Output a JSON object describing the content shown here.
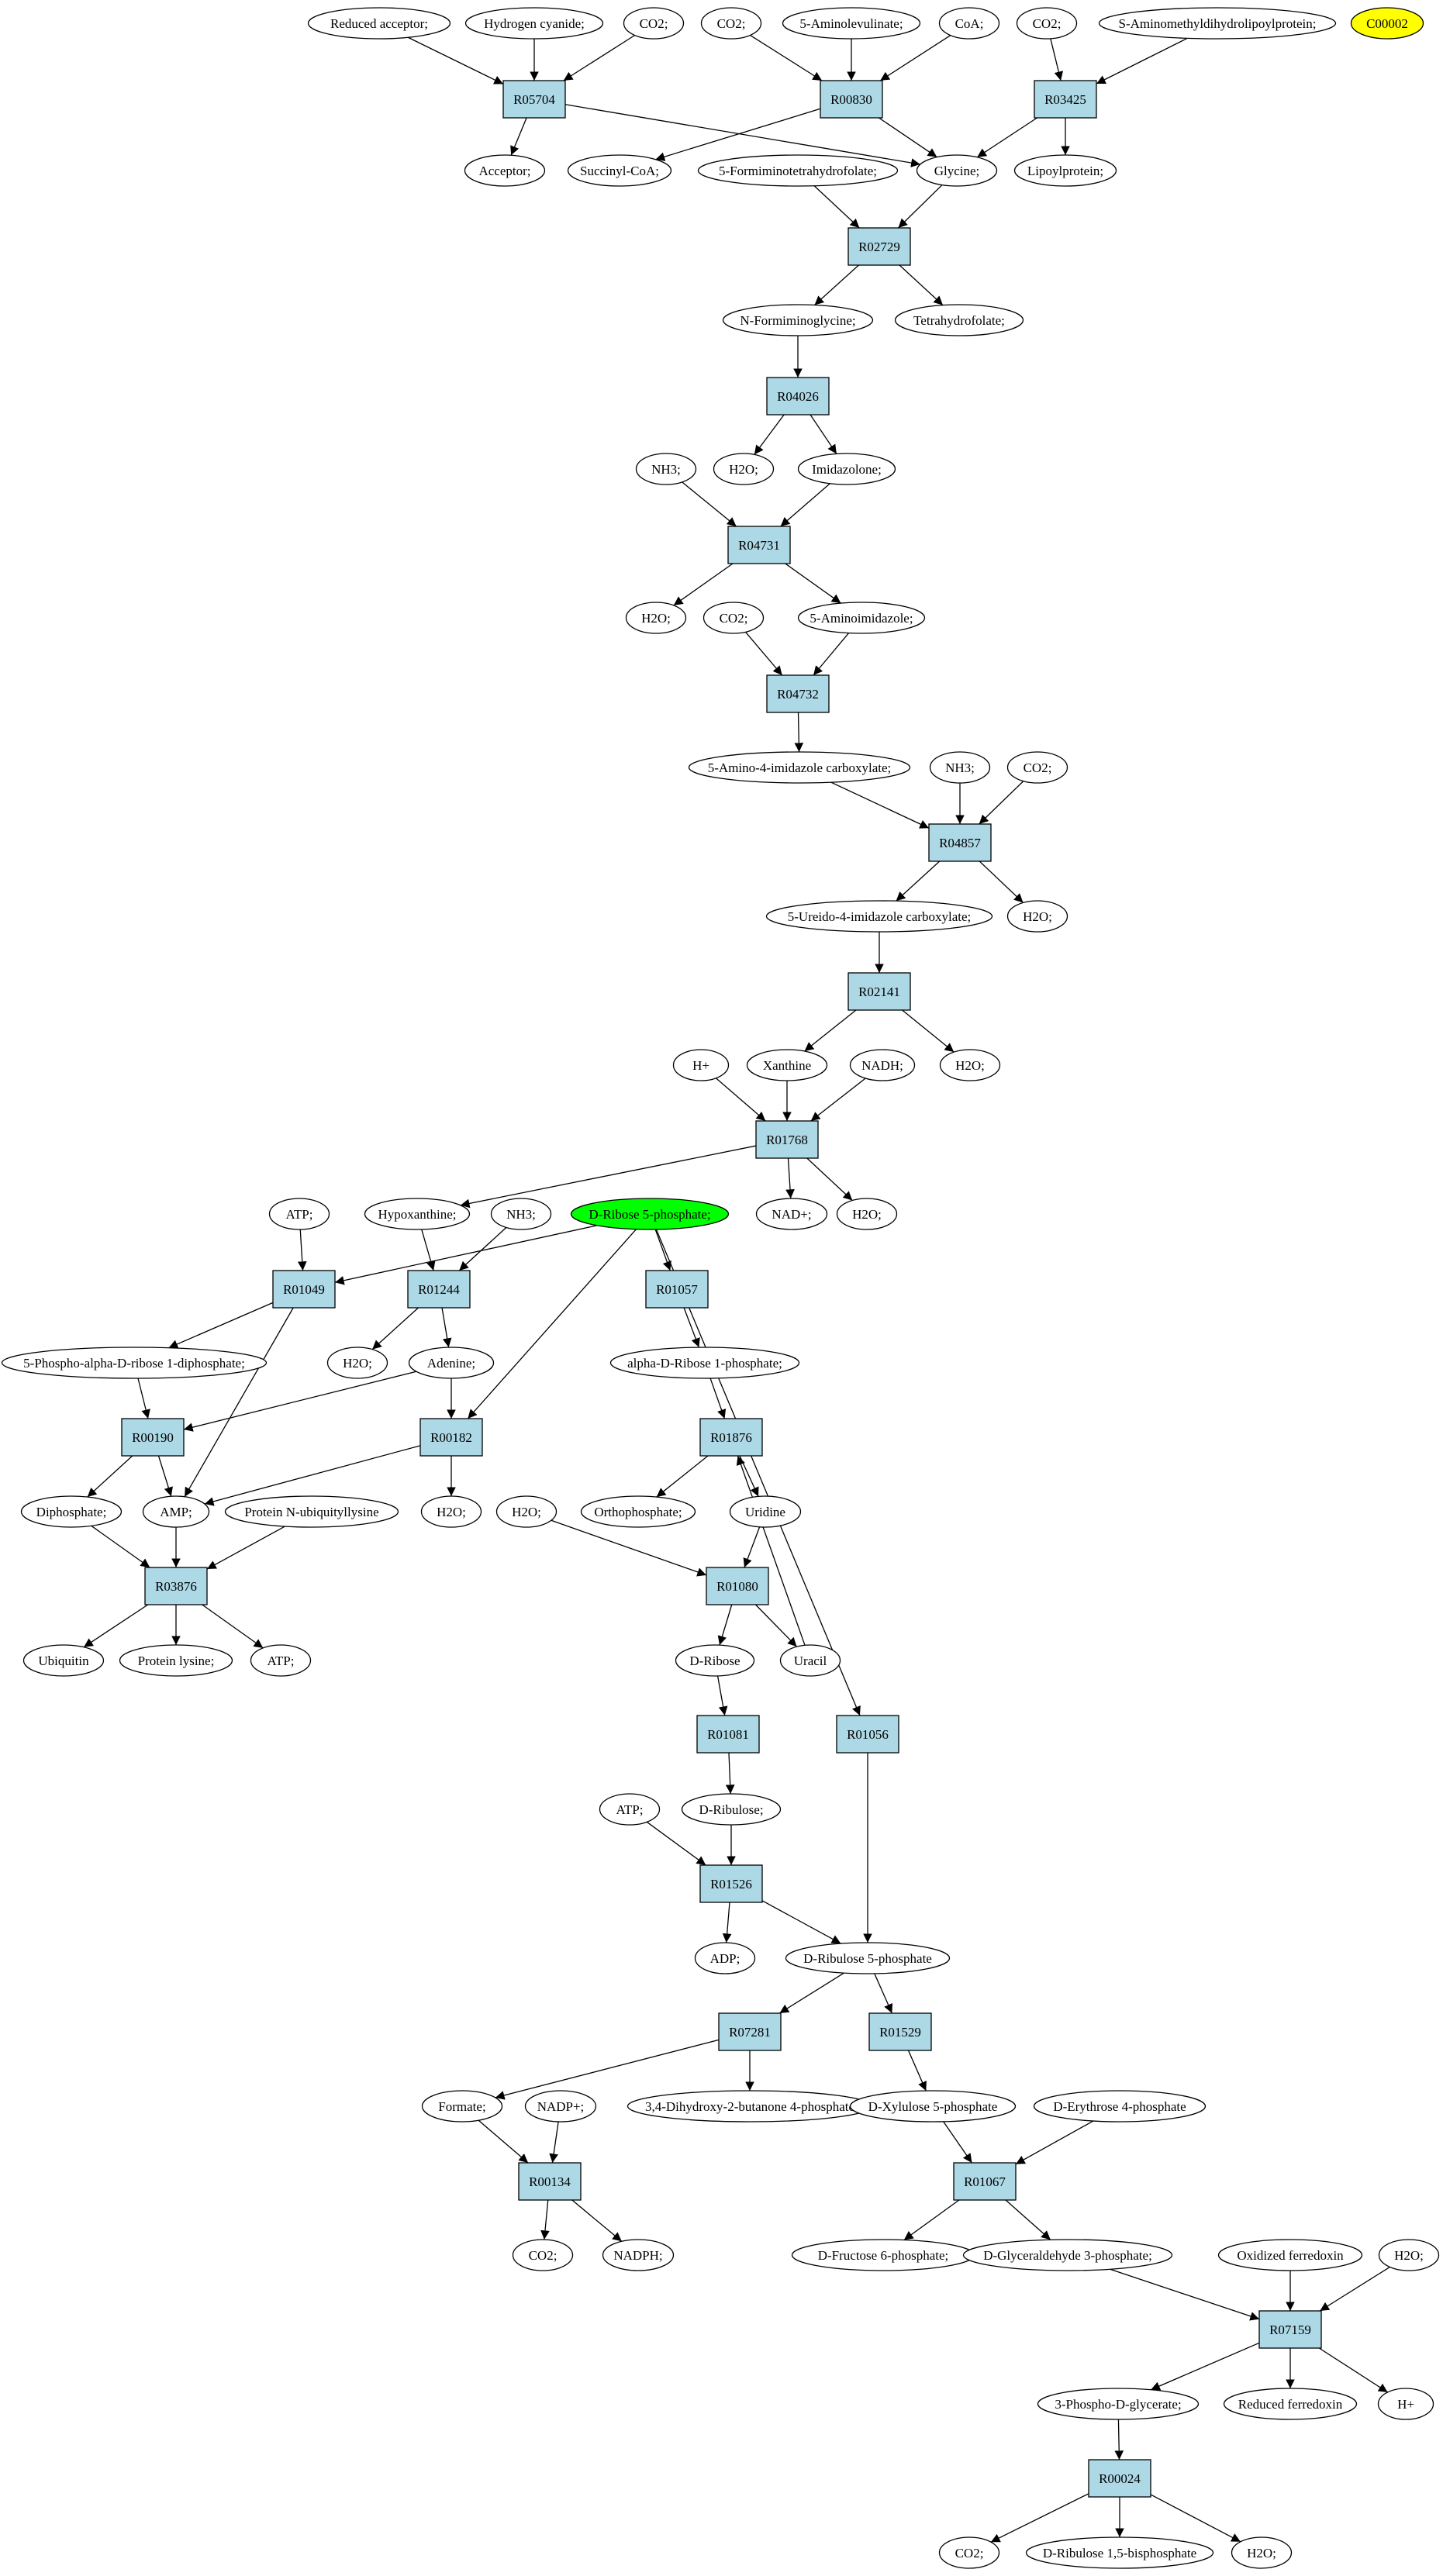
{
  "diagram": {
    "reactions": [
      {
        "id": "r_R05704",
        "label": "R05704"
      },
      {
        "id": "r_R00830",
        "label": "R00830"
      },
      {
        "id": "r_R03425",
        "label": "R03425"
      },
      {
        "id": "r_R02729",
        "label": "R02729"
      },
      {
        "id": "r_R04026",
        "label": "R04026"
      },
      {
        "id": "r_R04731",
        "label": "R04731"
      },
      {
        "id": "r_R04732",
        "label": "R04732"
      },
      {
        "id": "r_R04857",
        "label": "R04857"
      },
      {
        "id": "r_R02141",
        "label": "R02141"
      },
      {
        "id": "r_R01768",
        "label": "R01768"
      },
      {
        "id": "r_R01049",
        "label": "R01049"
      },
      {
        "id": "r_R01244",
        "label": "R01244"
      },
      {
        "id": "r_R01057",
        "label": "R01057"
      },
      {
        "id": "r_R00190",
        "label": "R00190"
      },
      {
        "id": "r_R00182",
        "label": "R00182"
      },
      {
        "id": "r_R01876",
        "label": "R01876"
      },
      {
        "id": "r_R03876",
        "label": "R03876"
      },
      {
        "id": "r_R01080",
        "label": "R01080"
      },
      {
        "id": "r_R01081",
        "label": "R01081"
      },
      {
        "id": "r_R01056",
        "label": "R01056"
      },
      {
        "id": "r_R01526",
        "label": "R01526"
      },
      {
        "id": "r_R07281",
        "label": "R07281"
      },
      {
        "id": "r_R01529",
        "label": "R01529"
      },
      {
        "id": "r_R00134",
        "label": "R00134"
      },
      {
        "id": "r_R01067",
        "label": "R01067"
      },
      {
        "id": "r_R07159",
        "label": "R07159"
      },
      {
        "id": "r_R00024",
        "label": "R00024"
      }
    ],
    "compounds": [
      {
        "id": "c_reduced_acceptor",
        "label": "Reduced acceptor;"
      },
      {
        "id": "c_hydrogen_cyanide",
        "label": "Hydrogen cyanide;"
      },
      {
        "id": "c_co2_a",
        "label": "CO2;"
      },
      {
        "id": "c_co2_b",
        "label": "CO2;"
      },
      {
        "id": "c_aminolevulinate",
        "label": "5-Aminolevulinate;"
      },
      {
        "id": "c_coa",
        "label": "CoA;"
      },
      {
        "id": "c_co2_c",
        "label": "CO2;"
      },
      {
        "id": "c_aminomethyl",
        "label": "S-Aminomethyldihydrolipoylprotein;"
      },
      {
        "id": "c_c00002",
        "label": "C00002",
        "highlight": "yellow"
      },
      {
        "id": "c_acceptor",
        "label": "Acceptor;"
      },
      {
        "id": "c_succinyl_coa",
        "label": "Succinyl-CoA;"
      },
      {
        "id": "c_forminino_thf",
        "label": "5-Formiminotetrahydrofolate;"
      },
      {
        "id": "c_glycine",
        "label": "Glycine;"
      },
      {
        "id": "c_lipoylprotein",
        "label": "Lipoylprotein;"
      },
      {
        "id": "c_n_formiminoglycine",
        "label": "N-Formiminoglycine;"
      },
      {
        "id": "c_tetrahydrofolate",
        "label": "Tetrahydrofolate;"
      },
      {
        "id": "c_nh3_a",
        "label": "NH3;"
      },
      {
        "id": "c_h2o_a",
        "label": "H2O;"
      },
      {
        "id": "c_imidazolone",
        "label": "Imidazolone;"
      },
      {
        "id": "c_h2o_b",
        "label": "H2O;"
      },
      {
        "id": "c_co2_d",
        "label": "CO2;"
      },
      {
        "id": "c_aminoimidazole",
        "label": "5-Aminoimidazole;"
      },
      {
        "id": "c_amino_carboxylate",
        "label": "5-Amino-4-imidazole carboxylate;"
      },
      {
        "id": "c_nh3_b",
        "label": "NH3;"
      },
      {
        "id": "c_co2_e",
        "label": "CO2;"
      },
      {
        "id": "c_ureido_carboxylate",
        "label": "5-Ureido-4-imidazole carboxylate;"
      },
      {
        "id": "c_h2o_c",
        "label": "H2O;"
      },
      {
        "id": "c_h_plus_a",
        "label": "H+"
      },
      {
        "id": "c_xanthine",
        "label": "Xanthine"
      },
      {
        "id": "c_nadh",
        "label": "NADH;"
      },
      {
        "id": "c_h2o_d",
        "label": "H2O;"
      },
      {
        "id": "c_atp_a",
        "label": "ATP;"
      },
      {
        "id": "c_hypoxanthine",
        "label": "Hypoxanthine;"
      },
      {
        "id": "c_nh3_c",
        "label": "NH3;"
      },
      {
        "id": "c_ribose5p",
        "label": "D-Ribose 5-phosphate;",
        "highlight": "green"
      },
      {
        "id": "c_nad_plus",
        "label": "NAD+;"
      },
      {
        "id": "c_h2o_e",
        "label": "H2O;"
      },
      {
        "id": "c_prpp",
        "label": "5-Phospho-alpha-D-ribose 1-diphosphate;"
      },
      {
        "id": "c_h2o_f",
        "label": "H2O;"
      },
      {
        "id": "c_adenine",
        "label": "Adenine;"
      },
      {
        "id": "c_ribose1p",
        "label": "alpha-D-Ribose 1-phosphate;"
      },
      {
        "id": "c_diphosphate",
        "label": "Diphosphate;"
      },
      {
        "id": "c_amp",
        "label": "AMP;"
      },
      {
        "id": "c_protein_ub",
        "label": "Protein N-ubiquityllysine"
      },
      {
        "id": "c_h2o_g",
        "label": "H2O;"
      },
      {
        "id": "c_h2o_h",
        "label": "H2O;"
      },
      {
        "id": "c_orthophosphate",
        "label": "Orthophosphate;"
      },
      {
        "id": "c_uridine",
        "label": "Uridine"
      },
      {
        "id": "c_ubiquitin",
        "label": "Ubiquitin"
      },
      {
        "id": "c_protein_lysine",
        "label": "Protein lysine;"
      },
      {
        "id": "c_atp_b",
        "label": "ATP;"
      },
      {
        "id": "c_d_ribose",
        "label": "D-Ribose"
      },
      {
        "id": "c_uracil",
        "label": "Uracil"
      },
      {
        "id": "c_atp_c",
        "label": "ATP;"
      },
      {
        "id": "c_d_ribulose",
        "label": "D-Ribulose;"
      },
      {
        "id": "c_adp",
        "label": "ADP;"
      },
      {
        "id": "c_ribulose5p",
        "label": "D-Ribulose 5-phosphate"
      },
      {
        "id": "c_formate",
        "label": "Formate;"
      },
      {
        "id": "c_nadp_plus",
        "label": "NADP+;"
      },
      {
        "id": "c_dihydroxybutanone",
        "label": "3,4-Dihydroxy-2-butanone 4-phosphate"
      },
      {
        "id": "c_xylulose5p",
        "label": "D-Xylulose 5-phosphate"
      },
      {
        "id": "c_erythrose4p",
        "label": "D-Erythrose 4-phosphate"
      },
      {
        "id": "c_co2_f",
        "label": "CO2;"
      },
      {
        "id": "c_nadph",
        "label": "NADPH;"
      },
      {
        "id": "c_fructose6p",
        "label": "D-Fructose 6-phosphate;"
      },
      {
        "id": "c_g3p",
        "label": "D-Glyceraldehyde 3-phosphate;"
      },
      {
        "id": "c_oxidized_fd",
        "label": "Oxidized ferredoxin"
      },
      {
        "id": "c_h2o_i",
        "label": "H2O;"
      },
      {
        "id": "c_3pg",
        "label": "3-Phospho-D-glycerate;"
      },
      {
        "id": "c_reduced_fd",
        "label": "Reduced ferredoxin"
      },
      {
        "id": "c_h_plus_b",
        "label": "H+"
      },
      {
        "id": "c_co2_g",
        "label": "CO2;"
      },
      {
        "id": "c_rubp",
        "label": "D-Ribulose 1,5-bisphosphate"
      },
      {
        "id": "c_h2o_j",
        "label": "H2O;"
      }
    ]
  }
}
